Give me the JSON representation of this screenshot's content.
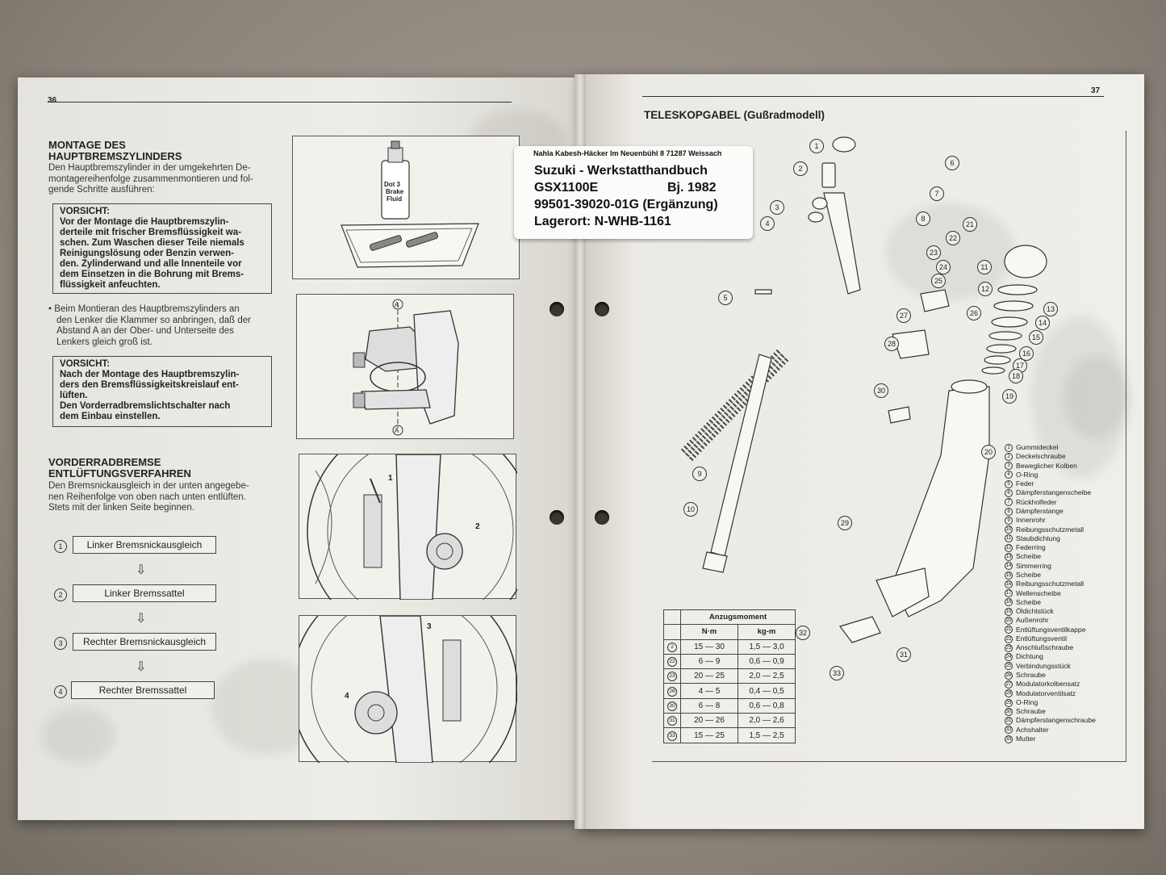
{
  "left_page": {
    "page_number": "36",
    "section1_title_l1": "MONTAGE DES",
    "section1_title_l2": "HAUPTBREMSZYLINDERS",
    "section1_intro": [
      "Den Hauptbremszylinder in der umgekehrten De-",
      "montagereihenfolge zusammenmontieren und fol-",
      "gende Schritte ausführen:"
    ],
    "caution1_title": "VORSICHT:",
    "caution1_lines": [
      "Vor der Montage die Hauptbremszylin-",
      "derteile mit frischer Bremsflüssigkeit wa-",
      "schen. Zum Waschen dieser Teile niemals",
      "Reinigungslösung oder Benzin verwen-",
      "den. Zylinderwand und alle Innenteile vor",
      "dem Einsetzen in die Bohrung mit Brems-",
      "flüssigkeit anfeuchten."
    ],
    "bullet_lines": [
      "• Beim Montieran des Hauptbremszylinders an",
      "den Lenker die Klammer so anbringen, daß der",
      "Abstand A an der Ober- und Unterseite des",
      "Lenkers gleich groß ist."
    ],
    "caution2_title": "VORSICHT:",
    "caution2_lines": [
      "Nach der Montage des Hauptbremszylin-",
      "ders den Bremsflüssigkeitskreislauf ent-",
      "lüften.",
      "Den Vorderradbremslichtschalter nach",
      "dem Einbau einstellen."
    ],
    "section2_title_l1": "VORDERRADBREMSE",
    "section2_title_l2": "ENTLÜFTUNGSVERFAHREN",
    "section2_intro": [
      "Den Bremsnickausgleich in der unten angegebe-",
      "nen Reihenfolge von oben nach unten entlüften.",
      "Stets mit der linken Seite beginnen."
    ],
    "steps": [
      {
        "num": "1",
        "label": "Linker Bremsnickausgleich"
      },
      {
        "num": "2",
        "label": "Linker Bremssattel"
      },
      {
        "num": "3",
        "label": "Rechter Bremsnickausgleich"
      },
      {
        "num": "4",
        "label": "Rechter Bremssattel"
      }
    ],
    "fig_bottle_text": [
      "Dot 3",
      "Brake",
      "Fluid"
    ],
    "fig_a_label": "A",
    "fig_callouts": [
      "1",
      "2",
      "3",
      "4"
    ]
  },
  "right_page": {
    "page_number": "37",
    "title": "TELESKOPGABEL (Gußradmodell)",
    "legend": [
      "Gummideckel",
      "Deckelschraube",
      "Beweglicher Kolben",
      "O-Ring",
      "Feder",
      "Dämpferstangenscheibe",
      "Rückholfeder",
      "Dämpferstange",
      "Innenrohr",
      "Reibungsschutzmetall",
      "Staubdichtung",
      "Federring",
      "Scheibe",
      "Simmerring",
      "Scheibe",
      "Reibungsschutzmetall",
      "Wellenscheibe",
      "Scheibe",
      "Öldichtstück",
      "Außenrohr",
      "Entlüftungsventilkappe",
      "Entlüftungsventil",
      "Anschlußschraube",
      "Dichtung",
      "Verbindungsstück",
      "Schraube",
      "Modulatorkolbensatz",
      "Modulatorventilsatz",
      "O-Ring",
      "Schraube",
      "Dämpferstangenschraube",
      "Achshalter",
      "Mutter"
    ],
    "torque_table": {
      "title": "Anzugsmoment",
      "col_nm": "N·m",
      "col_kgm": "kg-m",
      "rows": [
        {
          "ref": "2",
          "nm": "15 — 30",
          "kgm": "1,5 — 3,0"
        },
        {
          "ref": "22",
          "nm": "6 — 9",
          "kgm": "0,6 — 0,9"
        },
        {
          "ref": "23",
          "nm": "20 — 25",
          "kgm": "2,0 — 2,5"
        },
        {
          "ref": "26",
          "nm": "4 — 5",
          "kgm": "0,4 — 0,5"
        },
        {
          "ref": "30",
          "nm": "6 — 8",
          "kgm": "0,6 — 0,8"
        },
        {
          "ref": "31",
          "nm": "20 — 26",
          "kgm": "2,0 — 2,6"
        },
        {
          "ref": "33",
          "nm": "15 — 25",
          "kgm": "1,5 — 2,5"
        }
      ]
    }
  },
  "sticker": {
    "address": "Nahla Kabesh-Häcker  Im Neuenbühl 8  71287 Weissach",
    "line1": "Suzuki - Werkstatthandbuch",
    "line2_model": "GSX1100E",
    "line2_year": "Bj. 1982",
    "line3": "99501-39020-01G  (Ergänzung)",
    "line4": "Lagerort: N-WHB-1161"
  }
}
